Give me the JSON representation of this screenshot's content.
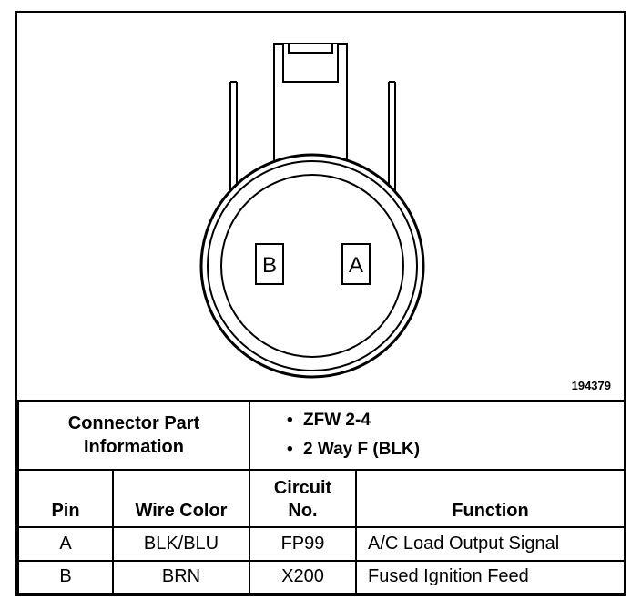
{
  "diagram": {
    "figure_number": "194379",
    "pin_labels": [
      "B",
      "A"
    ]
  },
  "connector": {
    "label_line1": "Connector Part",
    "label_line2": "Information",
    "info": [
      "ZFW 2-4",
      "2 Way F (BLK)"
    ]
  },
  "table": {
    "headers": {
      "pin": "Pin",
      "wire_color": "Wire Color",
      "circuit_line1": "Circuit",
      "circuit_line2": "No.",
      "function": "Function"
    },
    "rows": [
      {
        "pin": "A",
        "wire_color": "BLK/BLU",
        "circuit": "FP99",
        "function": "A/C Load Output Signal"
      },
      {
        "pin": "B",
        "wire_color": "BRN",
        "circuit": "X200",
        "function": "Fused Ignition Feed"
      }
    ]
  }
}
